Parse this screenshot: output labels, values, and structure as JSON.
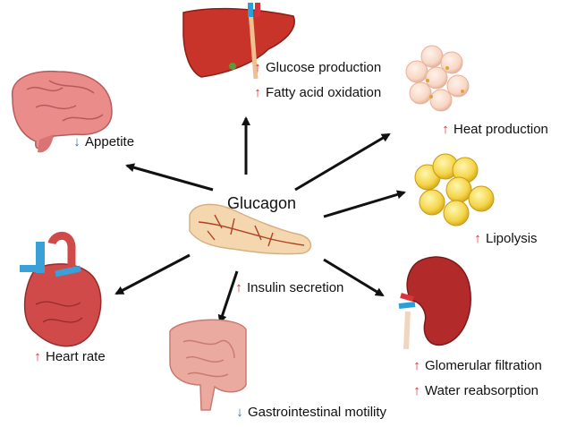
{
  "center_label": "Glucagon",
  "colors": {
    "up": "#e02424",
    "down": "#2f6fc0",
    "arrow": "#111111"
  },
  "effects": {
    "liver": [
      {
        "dir": "up",
        "text": "Glucose production"
      },
      {
        "dir": "up",
        "text": "Fatty acid oxidation"
      }
    ],
    "brain": [
      {
        "dir": "down",
        "text": "Appetite"
      }
    ],
    "brown_fat": [
      {
        "dir": "up",
        "text": "Heat production"
      }
    ],
    "white_fat": [
      {
        "dir": "up",
        "text": "Lipolysis"
      }
    ],
    "heart": [
      {
        "dir": "up",
        "text": "Heart rate"
      }
    ],
    "pancreas": [
      {
        "dir": "up",
        "text": "Insulin secretion"
      }
    ],
    "intestine": [
      {
        "dir": "down",
        "text": "Gastrointestinal motility"
      }
    ],
    "kidney": [
      {
        "dir": "up",
        "text": "Glomerular filtration"
      },
      {
        "dir": "up",
        "text": "Water reabsorption"
      }
    ]
  },
  "icons": {
    "liver": "liver-icon",
    "brain": "brain-icon",
    "brown_fat": "brown-adipocytes-icon",
    "white_fat": "white-adipocytes-icon",
    "heart": "heart-icon",
    "pancreas": "pancreas-icon",
    "intestine": "intestine-icon",
    "kidney": "kidney-icon"
  }
}
